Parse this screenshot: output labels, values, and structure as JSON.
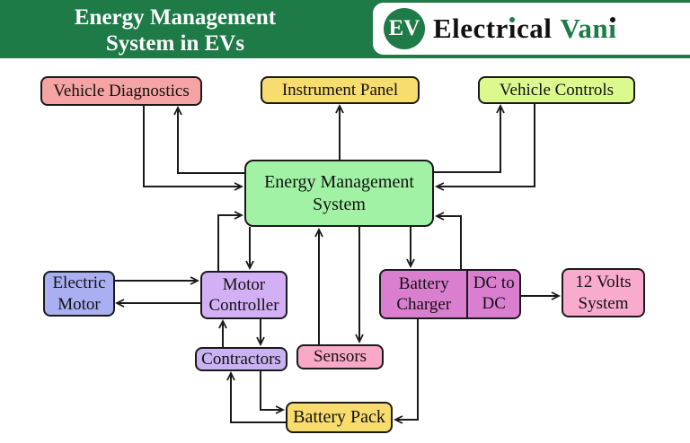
{
  "header": {
    "title_line1": "Energy Management",
    "title_line2": "System in EVs",
    "bg_color": "#1e7a46",
    "logo": {
      "badge_text": "EV",
      "badge_color": "#1e7a46",
      "word1_pre": "Electr",
      "word1_i": "ı",
      "word1_post": "cal",
      "word2_pre": "Van",
      "word2_i": "ı",
      "green": "#1e7a46",
      "black": "#111111"
    }
  },
  "diagram": {
    "nodes": {
      "vehicle_diagnostics": {
        "label": "Vehicle Diagnostics",
        "fill": "#f5a3a3"
      },
      "instrument_panel": {
        "label": "Instrument Panel",
        "fill": "#f7dc70"
      },
      "vehicle_controls": {
        "label": "Vehicle Controls",
        "fill": "#dcf98f"
      },
      "ems": {
        "label": "Energy Management System",
        "fill": "#a2f2a5"
      },
      "electric_motor": {
        "label": "Electric Motor",
        "fill": "#a9aff0"
      },
      "motor_controller": {
        "label": "Motor Controller",
        "fill": "#d3aff5"
      },
      "battery_charger": {
        "label": "Battery Charger",
        "fill": "#da7fd0"
      },
      "dc_to_dc": {
        "label": "DC to DC",
        "fill": "#da7fd0"
      },
      "twelve_volts_system": {
        "label": "12 Volts System",
        "fill": "#f9abce"
      },
      "contractors": {
        "label": "Contractors",
        "fill": "#c9b2f2"
      },
      "sensors": {
        "label": "Sensors",
        "fill": "#f9a9c7"
      },
      "battery_pack": {
        "label": "Battery Pack",
        "fill": "#f8dc6e"
      }
    },
    "edges": [
      {
        "from": "Energy Management System",
        "to": "Instrument Panel"
      },
      {
        "from": "Energy Management System",
        "to": "Vehicle Diagnostics"
      },
      {
        "from": "Vehicle Diagnostics",
        "to": "Energy Management System"
      },
      {
        "from": "Energy Management System",
        "to": "Vehicle Controls"
      },
      {
        "from": "Vehicle Controls",
        "to": "Energy Management System"
      },
      {
        "from": "Energy Management System",
        "to": "Motor Controller"
      },
      {
        "from": "Motor Controller",
        "to": "Energy Management System"
      },
      {
        "from": "Sensors",
        "to": "Energy Management System"
      },
      {
        "from": "Energy Management System",
        "to": "Sensors"
      },
      {
        "from": "Energy Management System",
        "to": "Battery Charger"
      },
      {
        "from": "Battery Charger",
        "to": "Energy Management System"
      },
      {
        "from": "Electric Motor",
        "to": "Motor Controller"
      },
      {
        "from": "Motor Controller",
        "to": "Electric Motor"
      },
      {
        "from": "Motor Controller",
        "to": "Contractors"
      },
      {
        "from": "Contractors",
        "to": "Motor Controller"
      },
      {
        "from": "Contractors",
        "to": "Battery Pack"
      },
      {
        "from": "Battery Pack",
        "to": "Contractors"
      },
      {
        "from": "Battery Charger",
        "to": "Battery Pack"
      },
      {
        "from": "DC to DC",
        "to": "12 Volts System"
      }
    ],
    "line_color": "#1a1a1a"
  }
}
